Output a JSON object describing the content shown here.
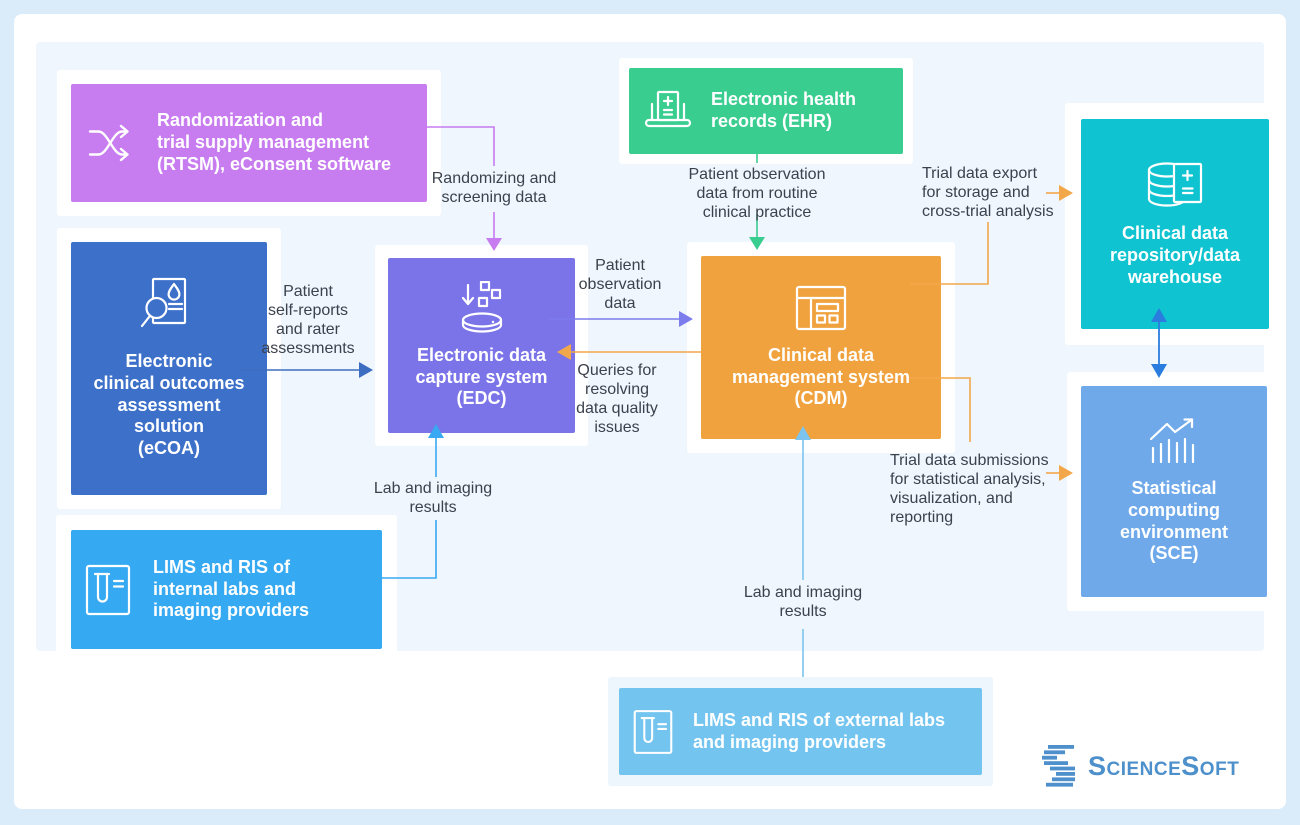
{
  "page": {
    "bg": "#DAECFA",
    "card_bg": "#FFFFFF",
    "panel_bg": "#EFF6FD",
    "label_text_color": "#3C424D"
  },
  "nodes": {
    "rtsm": {
      "label": "Randomization and\ntrial supply management\n(RTSM), eConsent software",
      "color": "#C77CEF",
      "icon": "shuffle-icon"
    },
    "ehr": {
      "label": "Electronic health\nrecords (EHR)",
      "color": "#3ACD90",
      "icon": "laptop-medical-icon"
    },
    "ecoa": {
      "label": "Electronic\nclinical outcomes\nassessment\nsolution\n(eCOA)",
      "color": "#3D70C9",
      "icon": "document-search-icon"
    },
    "edc": {
      "label": "Electronic data\ncapture system\n(EDC)",
      "color": "#7B74E9",
      "icon": "data-capture-icon"
    },
    "cdm": {
      "label": "Clinical data\nmanagement system\n(CDM)",
      "color": "#F0A23E",
      "icon": "data-table-icon"
    },
    "repo": {
      "label": "Clinical data\nrepository/data\nwarehouse",
      "color": "#0FC4D0",
      "icon": "database-document-icon"
    },
    "sce": {
      "label": "Statistical\ncomputing\nenvironment\n(SCE)",
      "color": "#6FA9E9",
      "icon": "chart-growth-icon"
    },
    "lims_internal": {
      "label": "LIMS and RIS of\ninternal labs and\nimaging providers",
      "color": "#35A9F1",
      "icon": "test-tube-icon"
    },
    "lims_external": {
      "label": "LIMS and RIS of external labs\nand imaging providers",
      "color": "#74C4F0",
      "icon": "test-tube-icon"
    }
  },
  "edges": {
    "rtsm_edc": {
      "label": "Randomizing and\nscreening data",
      "color": "#C77CEF"
    },
    "ehr_cdm": {
      "label": "Patient observation\ndata from routine\nclinical practice",
      "color": "#3ACD90"
    },
    "ecoa_edc": {
      "label": "Patient\nself-reports\nand rater\nassessments",
      "color": "#3E6EC1"
    },
    "edc_cdm": {
      "label": "Patient\nobservation\ndata",
      "color": "#7C7CEC"
    },
    "cdm_edc": {
      "label": "Queries for\nresolving\ndata quality\nissues",
      "color": "#F2A74B"
    },
    "lims_internal_edc": {
      "label": "Lab and imaging\nresults",
      "color": "#38A9F2"
    },
    "cdm_repo": {
      "label": "Trial data export\nfor storage and\ncross-trial analysis",
      "color": "#F2A74B"
    },
    "cdm_sce": {
      "label": "Trial data submissions\nfor statistical analysis,\nvisualization, and\nreporting",
      "color": "#F2A74B"
    },
    "repo_sce": {
      "color": "#2B7CDF"
    },
    "lims_external_cdm": {
      "label": "Lab and imaging\nresults",
      "color": "#7CC4ED"
    }
  },
  "logo": {
    "part1": "Science",
    "part2": "Soft",
    "color": "#4D90CB"
  }
}
